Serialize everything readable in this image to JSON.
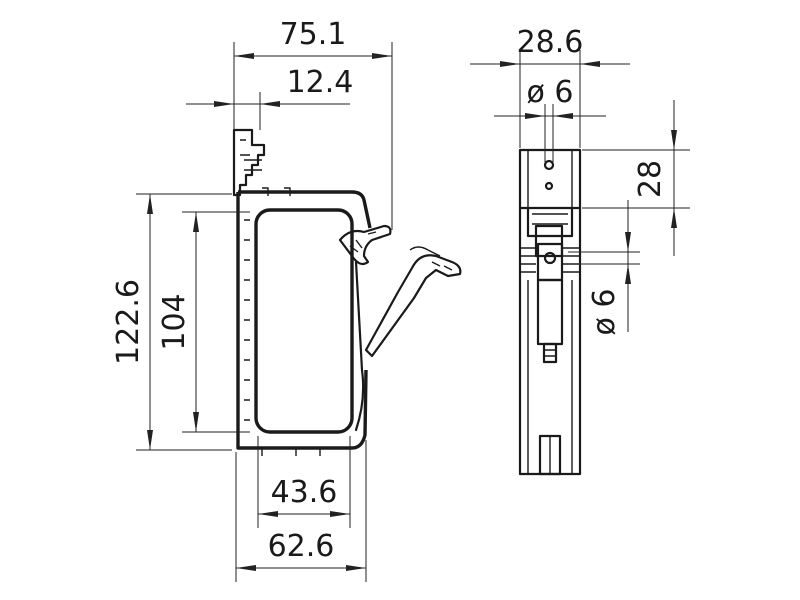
{
  "drawing": {
    "side_view": {
      "width_overall": "75.1",
      "flange_offset": "12.4",
      "height_overall": "122.6",
      "height_inner": "104",
      "width_inner": "43.6",
      "width_body": "62.6"
    },
    "front_view": {
      "width": "28.6",
      "hole_top": "ø 6",
      "top_offset": "28",
      "hole_side": "ø 6"
    }
  }
}
